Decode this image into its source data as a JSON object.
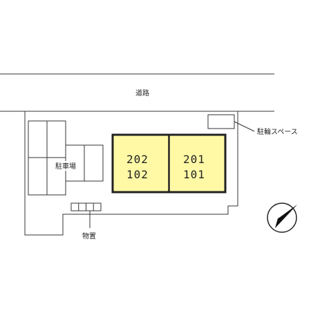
{
  "labels": {
    "road": "道路",
    "parking": "駐車場",
    "bicycle_parking": "駐輪スペース",
    "storage": "物置"
  },
  "units": [
    {
      "upper": "202",
      "lower": "102"
    },
    {
      "upper": "201",
      "lower": "101"
    }
  ],
  "compass": {
    "icon": "north-arrow-icon"
  },
  "colors": {
    "building_fill": "#fff9a6",
    "line": "#333333"
  }
}
